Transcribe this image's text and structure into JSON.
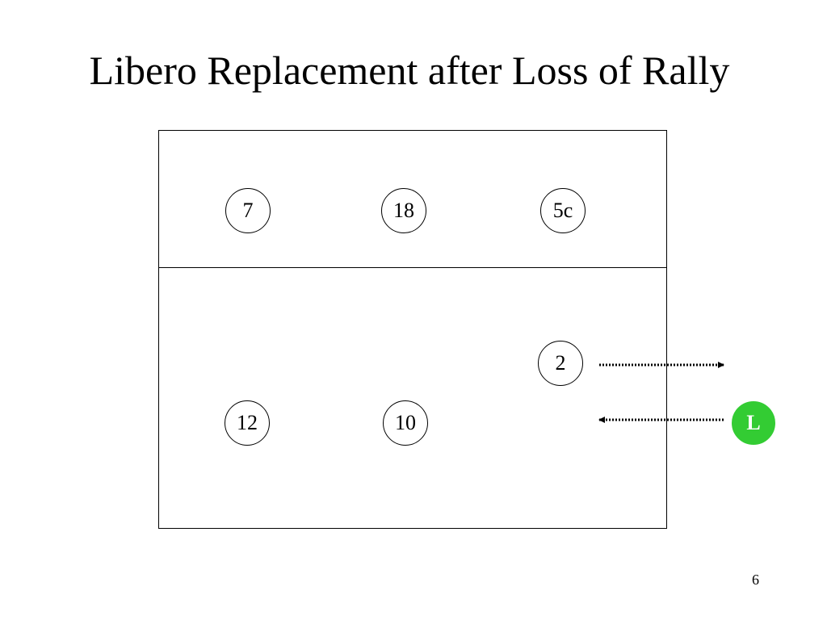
{
  "slide": {
    "title": "Libero Replacement after Loss of Rally",
    "page_number": "6"
  },
  "players": {
    "front_left": "7",
    "front_middle": "18",
    "front_right": "5c",
    "back_right": "2",
    "back_left": "12",
    "back_middle": "10"
  },
  "libero": {
    "label": "L",
    "color": "#33cc33"
  }
}
